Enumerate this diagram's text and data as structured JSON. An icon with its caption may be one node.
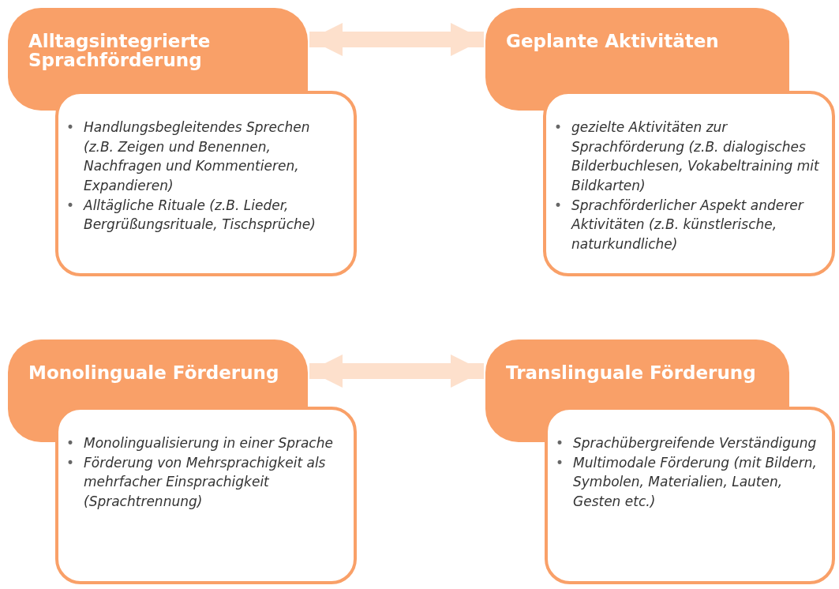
{
  "diagram": {
    "nodes": [
      {
        "text": [
          "Alltagsintegrierte Sprachförderung"
        ]
      },
      {
        "text": [
          "• Handlungsbegleitendes Sprechen (z.B. Zeigen und Benennen, Nachfragen und Kommentieren, Expandieren)",
          "• Alltägliche Rituale (z.B. Lieder, Bergrüßungsrituale, Tischsprüche)"
        ]
      },
      {
        "text": [
          "Geplante Aktivitäten"
        ]
      },
      {
        "text": [
          "• gezielte Aktivitäten zur Sprachförderung (z.B. dialogisches Bilderbuchlesen, Vokabeltraining mit Bildkarten)",
          "• Sprachförderlicher Aspekt anderer Aktivitäten (z.B. künstlerische, naturkundliche)"
        ]
      },
      {
        "text": [
          "Monolinguale Förderung"
        ]
      },
      {
        "text": [
          "• Monolingualisierung in einer Sprache",
          "• Förderung von Mehrsprachigkeit als mehrfacher Einsprachigkeit (Sprachtrennung)"
        ]
      },
      {
        "text": [
          "Translinguale Förderung"
        ]
      },
      {
        "text": [
          "• Sprachübergreifende Verständigung",
          "• Multimodale Förderung (mit Bildern, Symbolen, Materialien, Lauten, Gesten etc.)"
        ]
      }
    ],
    "edges": [
      {
        "from": 0,
        "to": 2,
        "arrow": "both"
      },
      {
        "from": 4,
        "to": 6,
        "arrow": "both"
      }
    ]
  }
}
